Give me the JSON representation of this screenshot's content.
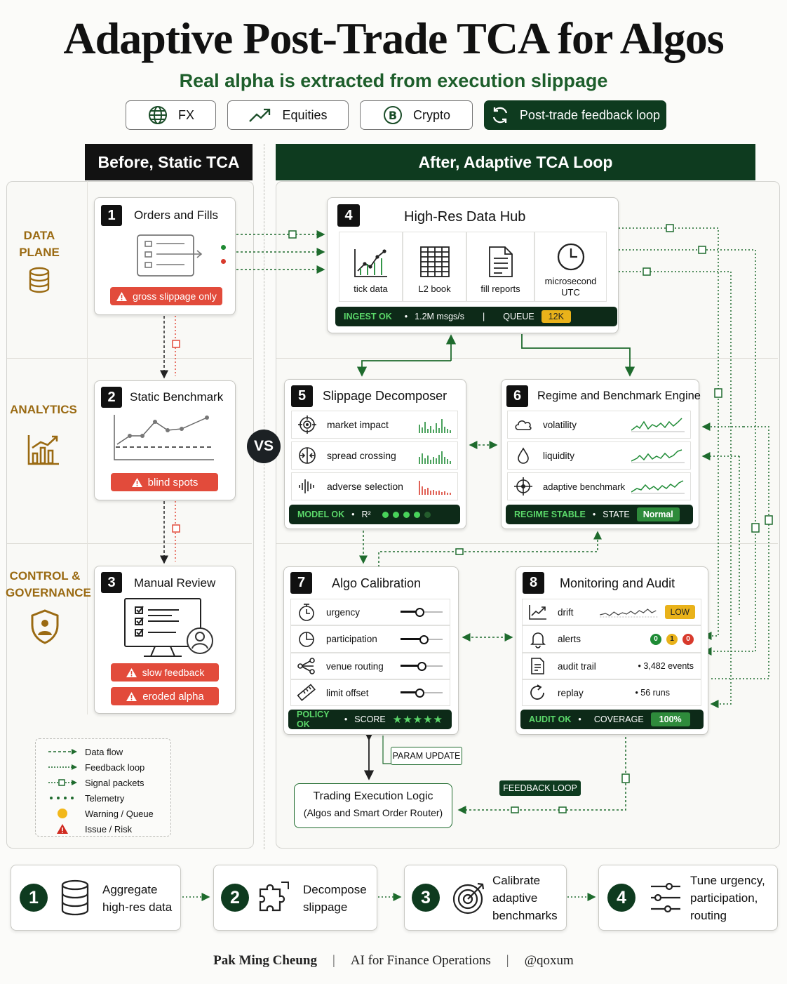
{
  "title": "Adaptive Post-Trade TCA for Algos",
  "subtitle": "Real alpha is extracted from execution slippage",
  "pills": [
    {
      "label": "FX",
      "icon": "globe-icon"
    },
    {
      "label": "Equities",
      "icon": "trend-up-icon"
    },
    {
      "label": "Crypto",
      "icon": "bitcoin-icon"
    },
    {
      "label": "Post-trade feedback loop",
      "icon": "refresh-icon"
    }
  ],
  "before_header": "Before, Static TCA",
  "after_header": "After, Adaptive TCA Loop",
  "vs": "VS",
  "sides": {
    "data_plane": [
      "DATA",
      "PLANE"
    ],
    "analytics": "ANALYTICS",
    "control": [
      "CONTROL &",
      "GOVERNANCE"
    ]
  },
  "before": {
    "card1": {
      "num": "1",
      "title": "Orders and Fills",
      "tag": "gross slippage only"
    },
    "card2": {
      "num": "2",
      "title": "Static Benchmark",
      "tag": "blind spots"
    },
    "card3": {
      "num": "3",
      "title": "Manual Review",
      "tags": [
        "slow feedback",
        "eroded alpha"
      ]
    }
  },
  "hub": {
    "num": "4",
    "title": "High-Res Data Hub",
    "cells": [
      {
        "label": "tick data",
        "icon": "tick-chart-icon"
      },
      {
        "label": "L2 book",
        "icon": "order-book-icon"
      },
      {
        "label": "fill reports",
        "icon": "report-icon"
      },
      {
        "label": "microsecond UTC",
        "icon": "clock-icon"
      }
    ],
    "status_ok": "INGEST OK",
    "rate": "1.2M msgs/s",
    "queue_label": "QUEUE",
    "queue_value": "12K"
  },
  "decomposer": {
    "num": "5",
    "title": "Slippage Decomposer",
    "rows": [
      "market impact",
      "spread crossing",
      "adverse selection"
    ],
    "status_ok": "MODEL OK",
    "r2_label": "R²"
  },
  "regime": {
    "num": "6",
    "title": "Regime and Benchmark Engine",
    "rows": [
      "volatility",
      "liquidity",
      "adaptive benchmark"
    ],
    "status_ok": "REGIME STABLE",
    "state_label": "STATE",
    "state_value": "Normal"
  },
  "calibration": {
    "num": "7",
    "title": "Algo Calibration",
    "rows": [
      {
        "label": "urgency",
        "level": 0.45
      },
      {
        "label": "participation",
        "level": 0.55
      },
      {
        "label": "venue routing",
        "level": 0.5
      },
      {
        "label": "limit offset",
        "level": 0.45
      }
    ],
    "status_ok": "POLICY OK",
    "score_label": "SCORE",
    "stars": "★★★★★"
  },
  "monitoring": {
    "num": "8",
    "title": "Monitoring and Audit",
    "drift_label": "drift",
    "drift_badge": "LOW",
    "alerts_label": "alerts",
    "alerts_counts": [
      "0",
      "1",
      "0"
    ],
    "audit_label": "audit trail",
    "audit_value": "3,482 events",
    "replay_label": "replay",
    "replay_value": "56 runs",
    "status_ok": "AUDIT OK",
    "coverage_label": "COVERAGE",
    "coverage_value": "100%"
  },
  "param_update": "PARAM UPDATE",
  "feedback_loop": "FEEDBACK LOOP",
  "trading": {
    "line1": "Trading Execution Logic",
    "line2": "(Algos and Smart Order Router)"
  },
  "legend": [
    {
      "label": "Data flow",
      "kind": "dash-arrow"
    },
    {
      "label": "Feedback loop",
      "kind": "dot-arrow"
    },
    {
      "label": "Signal packets",
      "kind": "packet"
    },
    {
      "label": "Telemetry",
      "kind": "dots"
    },
    {
      "label": "Warning / Queue",
      "kind": "yellow-dot"
    },
    {
      "label": "Issue / Risk",
      "kind": "red-triangle"
    }
  ],
  "steps": [
    {
      "num": "1",
      "lines": [
        "Aggregate",
        "high-res data"
      ]
    },
    {
      "num": "2",
      "lines": [
        "Decompose",
        "slippage"
      ]
    },
    {
      "num": "3",
      "lines": [
        "Calibrate",
        "adaptive",
        "benchmarks"
      ]
    },
    {
      "num": "4",
      "lines": [
        "Tune urgency,",
        "participation,",
        "routing"
      ]
    }
  ],
  "footer": {
    "author": "Pak Ming Cheung",
    "org": "AI for Finance Operations",
    "handle": "@qoxum"
  },
  "colors": {
    "dark_green": "#0e3b1f",
    "green": "#1e6b2d",
    "red": "#e24b3b",
    "gold": "#9a6a12",
    "yellow": "#e9b21a"
  }
}
